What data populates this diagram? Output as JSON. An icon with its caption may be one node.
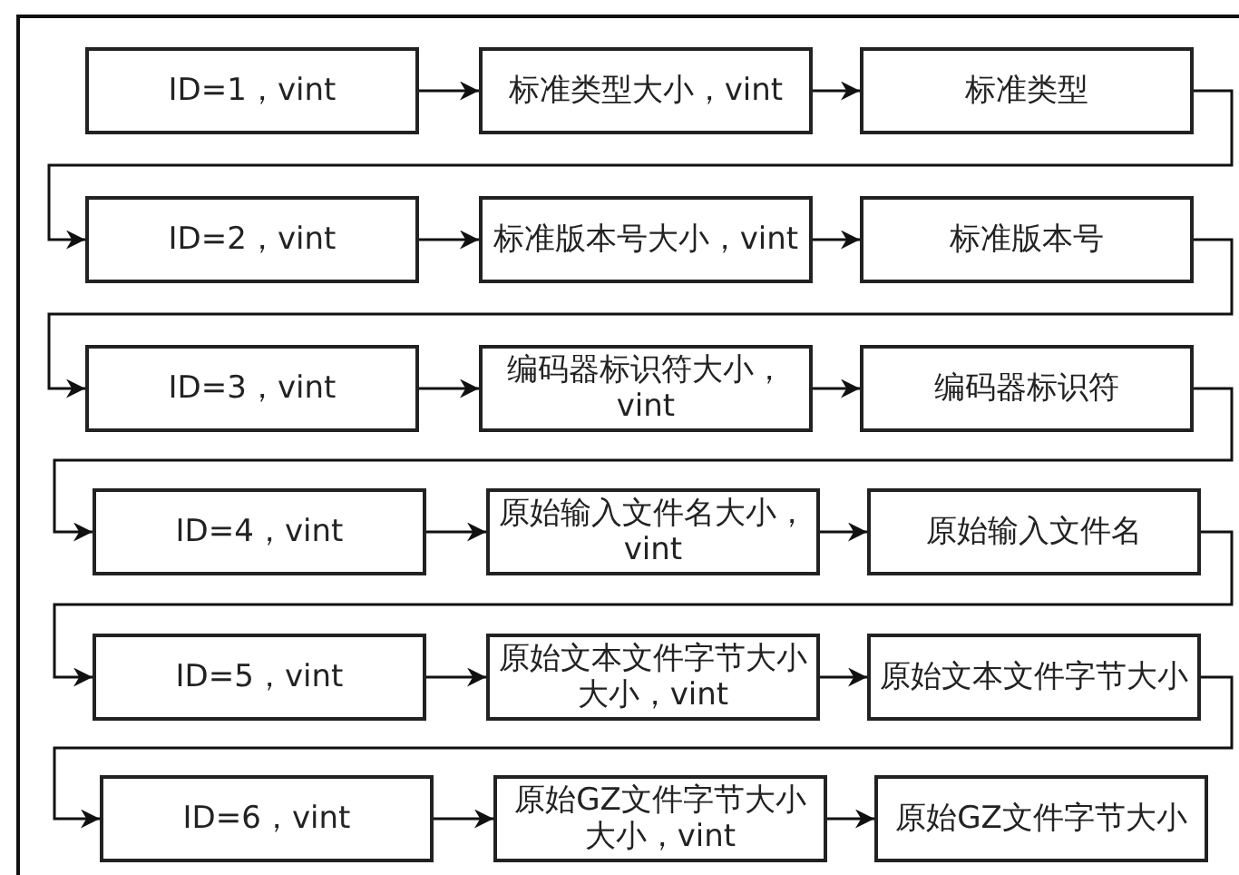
{
  "diagram": {
    "nodes": [
      {
        "text": [
          "ID=1，vint"
        ]
      },
      {
        "text": [
          "标准类型大小，vint"
        ]
      },
      {
        "text": [
          "标准类型"
        ]
      },
      {
        "text": [
          "ID=2，vint"
        ]
      },
      {
        "text": [
          "标准版本号大小，vint"
        ]
      },
      {
        "text": [
          "标准版本号"
        ]
      },
      {
        "text": [
          "ID=3，vint"
        ]
      },
      {
        "text": [
          "编码器标识符大小，vint"
        ]
      },
      {
        "text": [
          "编码器标识符"
        ]
      },
      {
        "text": [
          "ID=4，vint"
        ]
      },
      {
        "text": [
          "原始输入文件名大小，vint"
        ]
      },
      {
        "text": [
          "原始输入文件名"
        ]
      },
      {
        "text": [
          "ID=5，vint"
        ]
      },
      {
        "text": [
          "原始文本文件字节大小大小，vint"
        ]
      },
      {
        "text": [
          "原始文本文件字节大小"
        ]
      },
      {
        "text": [
          "ID=6，vint"
        ]
      },
      {
        "text": [
          "原始GZ文件字节大小大小，vint"
        ]
      },
      {
        "text": [
          "原始GZ文件字节大小"
        ]
      }
    ],
    "edges": [
      {
        "from": 0,
        "to": 1,
        "arrow": "to"
      },
      {
        "from": 1,
        "to": 2,
        "arrow": "to"
      },
      {
        "from": 2,
        "to": 3,
        "arrow": "to"
      },
      {
        "from": 3,
        "to": 4,
        "arrow": "to"
      },
      {
        "from": 4,
        "to": 5,
        "arrow": "to"
      },
      {
        "from": 5,
        "to": 6,
        "arrow": "to"
      },
      {
        "from": 6,
        "to": 7,
        "arrow": "to"
      },
      {
        "from": 7,
        "to": 8,
        "arrow": "to"
      },
      {
        "from": 8,
        "to": 9,
        "arrow": "to"
      },
      {
        "from": 9,
        "to": 10,
        "arrow": "to"
      },
      {
        "from": 10,
        "to": 11,
        "arrow": "to"
      },
      {
        "from": 11,
        "to": 12,
        "arrow": "to"
      },
      {
        "from": 12,
        "to": 13,
        "arrow": "to"
      },
      {
        "from": 13,
        "to": 14,
        "arrow": "to"
      },
      {
        "from": 14,
        "to": 15,
        "arrow": "to"
      },
      {
        "from": 15,
        "to": 16,
        "arrow": "to"
      },
      {
        "from": 16,
        "to": 17,
        "arrow": "to"
      }
    ]
  }
}
